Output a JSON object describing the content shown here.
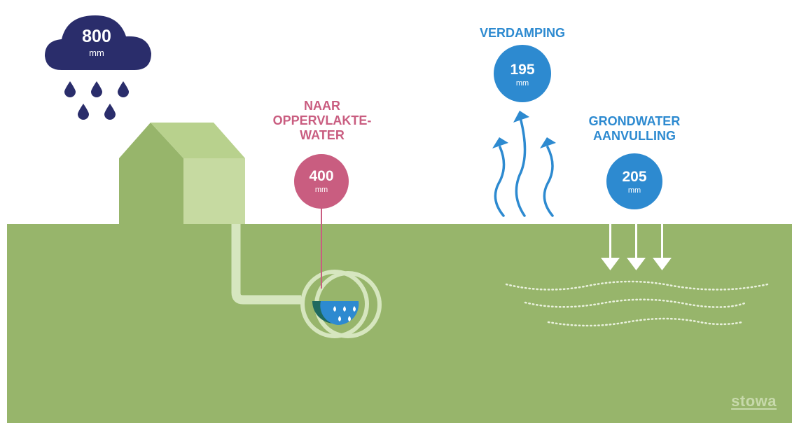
{
  "rain": {
    "value": "800",
    "unit": "mm"
  },
  "surface_water": {
    "label_lines": [
      "NAAR",
      "OPPERVLAKTE-",
      "WATER"
    ],
    "value": "400",
    "unit": "mm"
  },
  "evaporation": {
    "label": "VERDAMPING",
    "value": "195",
    "unit": "mm"
  },
  "groundwater": {
    "label_lines": [
      "GRONDWATER",
      "AANVULLING"
    ],
    "value": "205",
    "unit": "mm"
  },
  "logo": {
    "text": "stowa"
  },
  "colors": {
    "rain": "#2a2d6b",
    "surface_water": "#c95d80",
    "evaporation": "#2d8ad0",
    "groundwater": "#2d8ad0",
    "ground": "#97b56b",
    "house_front": "#97b56b",
    "house_side": "#c6daa1",
    "pipe": "#d6e6bf"
  },
  "icons": [
    "cloud-icon",
    "raindrop-icon",
    "house-icon",
    "pipe-icon",
    "evaporation-arrow-icon",
    "down-arrow-icon",
    "groundwater-wave-icon"
  ]
}
